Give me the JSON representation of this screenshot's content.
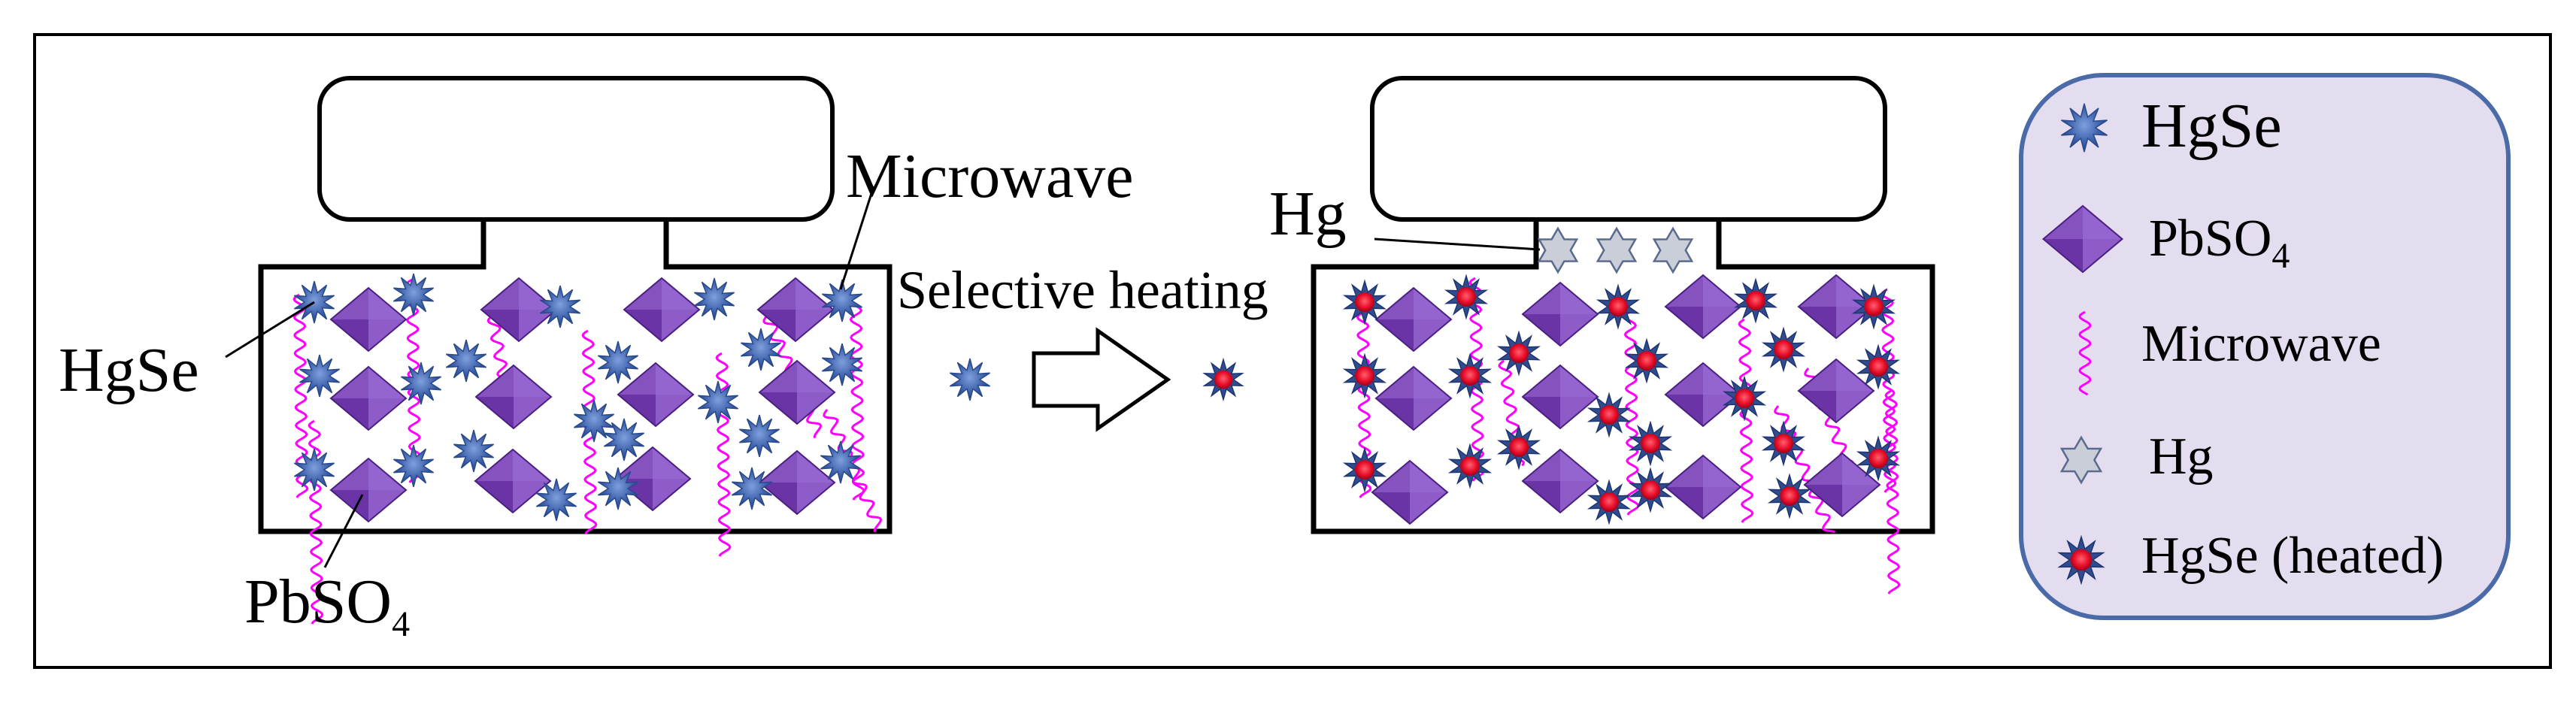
{
  "left": {
    "label_hgse": "HgSe",
    "label_pbso4_main": "PbSO",
    "label_pbso4_sub": "4",
    "label_microwave": "Microwave"
  },
  "middle": {
    "label_selective_heating": "Selective heating"
  },
  "right": {
    "label_hg": "Hg"
  },
  "legend": {
    "items": [
      {
        "icon": "blue-star-icon",
        "label": "HgSe"
      },
      {
        "icon": "purple-diamond-icon",
        "label": "PbSO",
        "sub": "4"
      },
      {
        "icon": "wavy-line-icon",
        "label": "Microwave"
      },
      {
        "icon": "hexagram-icon",
        "label": "Hg"
      },
      {
        "icon": "red-star-icon",
        "label": "HgSe (heated)"
      }
    ]
  },
  "colors": {
    "hgse_star": "#3f63ad",
    "hgse_heated_core": "#e8102a",
    "pbso4": "#7a43b6",
    "microwave": "#ff00ff",
    "hg_star": "#c9ced8",
    "legend_bg": "#e4ddef",
    "legend_border": "#4b6aa8"
  }
}
